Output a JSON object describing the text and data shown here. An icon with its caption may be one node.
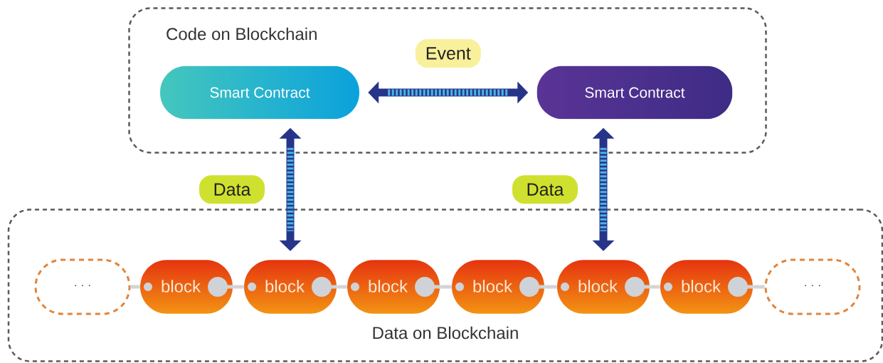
{
  "diagram": {
    "nodes": [
      {
        "text": [
          "Code on Blockchain"
        ]
      },
      {
        "text": [
          "Smart Contract"
        ],
        "in": 0
      },
      {
        "text": [
          "Smart Contract"
        ],
        "in": 0
      },
      {
        "text": [
          "Data on Blockchain"
        ]
      },
      {
        "text": [
          "· · ·"
        ],
        "in": 3
      },
      {
        "text": [
          "block"
        ],
        "in": 3
      },
      {
        "text": [
          "block"
        ],
        "in": 3
      },
      {
        "text": [
          "block"
        ],
        "in": 3
      },
      {
        "text": [
          "block"
        ],
        "in": 3
      },
      {
        "text": [
          "block"
        ],
        "in": 3
      },
      {
        "text": [
          "block"
        ],
        "in": 3
      },
      {
        "text": [
          "· · ·"
        ],
        "in": 3
      }
    ],
    "edges": [
      {
        "from": 1,
        "to": 2,
        "arrow": "both",
        "label": "Event",
        "style": "thick",
        "color": "#26358a"
      },
      {
        "from": 1,
        "to": 6,
        "arrow": "both",
        "label": "Data",
        "style": "thick",
        "color": "#26358a"
      },
      {
        "from": 2,
        "to": 9,
        "arrow": "both",
        "label": "Data",
        "style": "thick",
        "color": "#26358a"
      },
      {
        "from": 4,
        "to": 5,
        "arrow": "none"
      },
      {
        "from": 5,
        "to": 6,
        "arrow": "none"
      },
      {
        "from": 6,
        "to": 7,
        "arrow": "none"
      },
      {
        "from": 7,
        "to": 8,
        "arrow": "none"
      },
      {
        "from": 8,
        "to": 9,
        "arrow": "none"
      },
      {
        "from": 9,
        "to": 10,
        "arrow": "none"
      },
      {
        "from": 10,
        "to": 11,
        "arrow": "none"
      }
    ]
  }
}
